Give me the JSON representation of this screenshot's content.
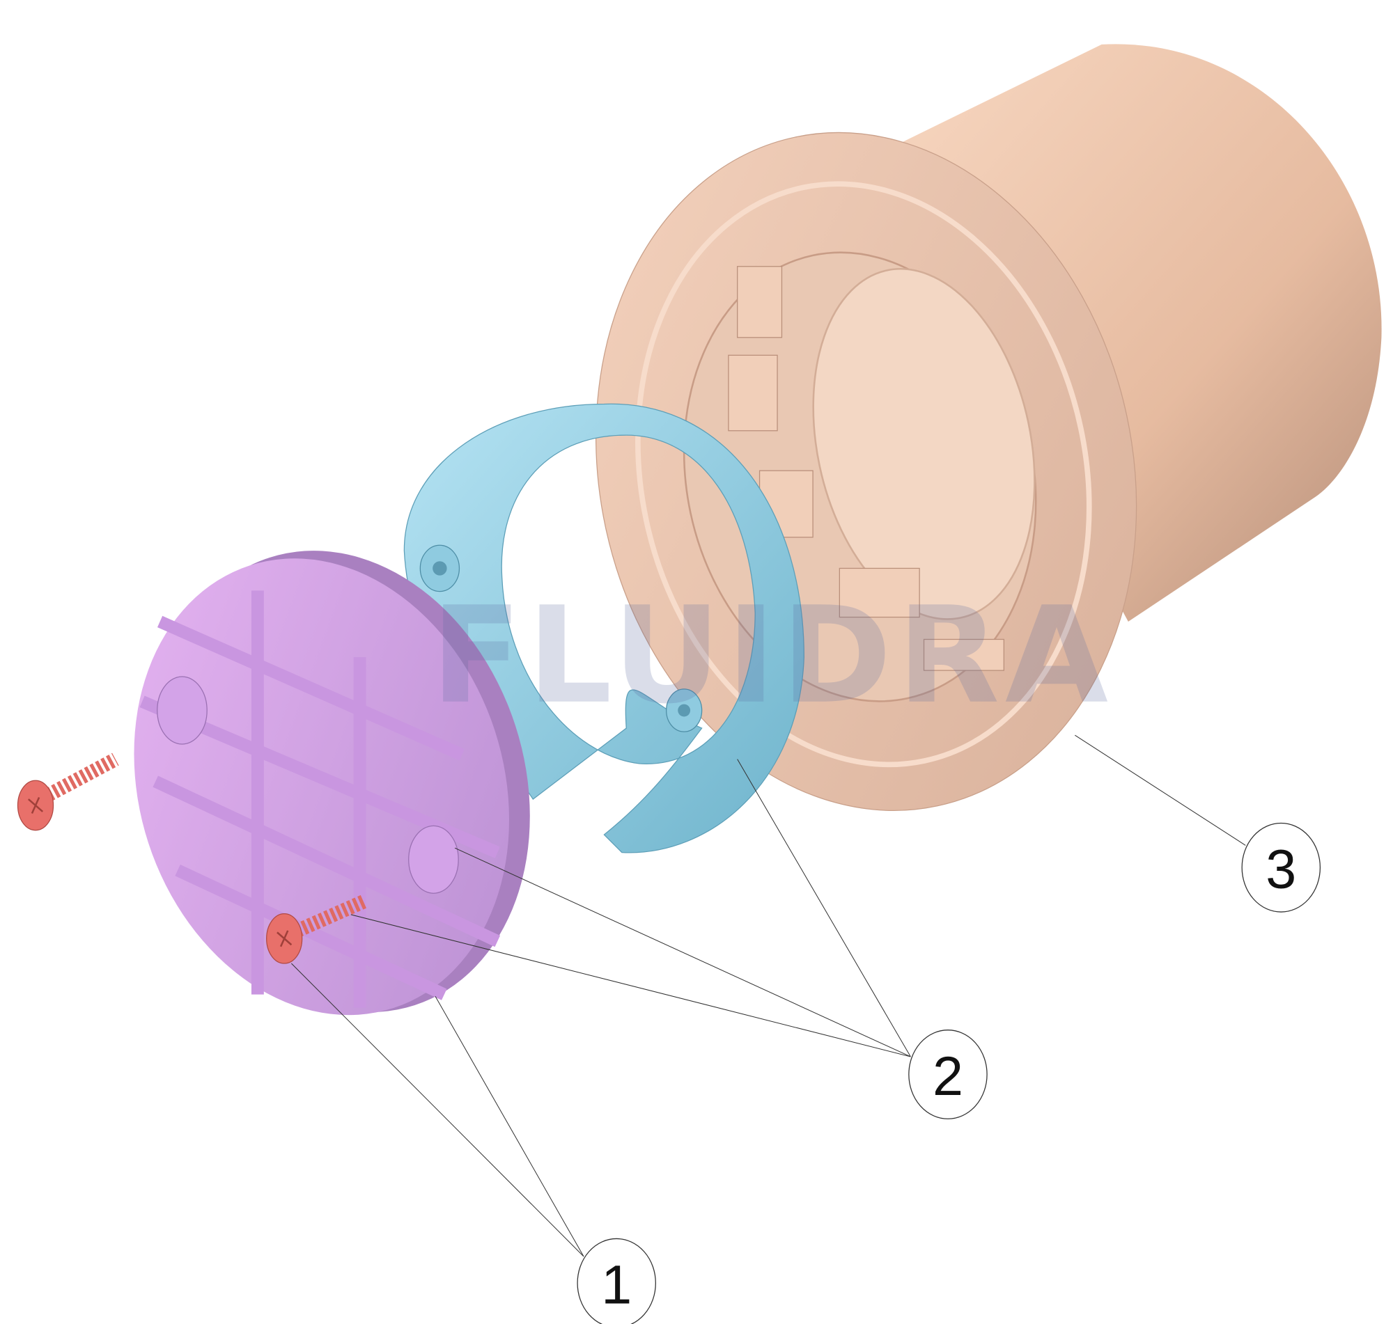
{
  "diagram": {
    "type": "exploded-parts-view",
    "watermark": "FLUIDRA",
    "callouts": [
      {
        "label": "1",
        "part": "grille-cover-and-screws"
      },
      {
        "label": "2",
        "part": "clamp-ring"
      },
      {
        "label": "3",
        "part": "flanged-housing"
      }
    ],
    "colors": {
      "housing": "#ecc4ab",
      "ring": "#9fd6ea",
      "grille": "#e2aef0",
      "screw": "#e8706a"
    }
  }
}
